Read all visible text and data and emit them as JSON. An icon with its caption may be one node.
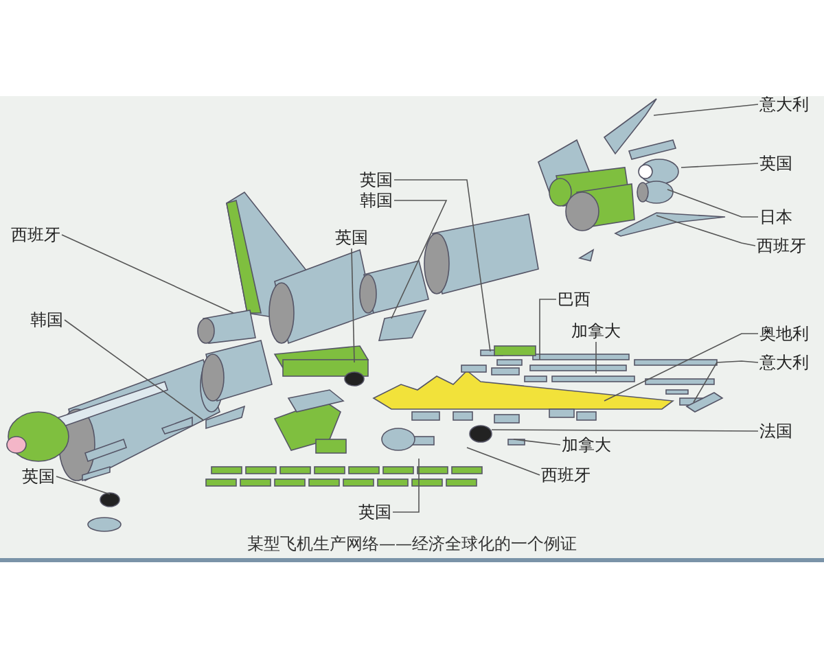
{
  "diagram": {
    "caption": "某型飞机生产网络——经济全球化的一个例证",
    "nodes": [
      {
        "text": [
          "西班牙"
        ]
      },
      {
        "text": [
          "韩国"
        ]
      },
      {
        "text": [
          "英国"
        ]
      },
      {
        "text": [
          "英国"
        ]
      },
      {
        "text": [
          "英国"
        ]
      },
      {
        "text": [
          "韩国"
        ]
      },
      {
        "text": [
          "意大利"
        ]
      },
      {
        "text": [
          "英国"
        ]
      },
      {
        "text": [
          "日本"
        ]
      },
      {
        "text": [
          "西班牙"
        ]
      },
      {
        "text": [
          "巴西"
        ]
      },
      {
        "text": [
          "加拿大"
        ]
      },
      {
        "text": [
          "奥地利"
        ]
      },
      {
        "text": [
          "意大利"
        ]
      },
      {
        "text": [
          "法国"
        ]
      },
      {
        "text": [
          "加拿大"
        ]
      },
      {
        "text": [
          "西班牙"
        ]
      },
      {
        "text": [
          "英国"
        ]
      }
    ],
    "edges": [
      {
        "from": 0,
        "to": null,
        "arrow": "none"
      },
      {
        "from": 1,
        "to": null,
        "arrow": "none"
      },
      {
        "from": 2,
        "to": null,
        "arrow": "none"
      },
      {
        "from": 3,
        "to": null,
        "arrow": "none"
      },
      {
        "from": 4,
        "to": null,
        "arrow": "none"
      },
      {
        "from": 5,
        "to": null,
        "arrow": "none"
      },
      {
        "from": 6,
        "to": null,
        "arrow": "none"
      },
      {
        "from": 7,
        "to": null,
        "arrow": "none"
      },
      {
        "from": 8,
        "to": null,
        "arrow": "none"
      },
      {
        "from": 9,
        "to": null,
        "arrow": "none"
      },
      {
        "from": 10,
        "to": null,
        "arrow": "none"
      },
      {
        "from": 11,
        "to": null,
        "arrow": "none"
      },
      {
        "from": 12,
        "to": null,
        "arrow": "none"
      },
      {
        "from": 13,
        "to": null,
        "arrow": "none"
      },
      {
        "from": 14,
        "to": null,
        "arrow": "none"
      },
      {
        "from": 15,
        "to": null,
        "arrow": "none"
      },
      {
        "from": 16,
        "to": null,
        "arrow": "none"
      },
      {
        "from": 17,
        "to": null,
        "arrow": "none"
      }
    ]
  }
}
